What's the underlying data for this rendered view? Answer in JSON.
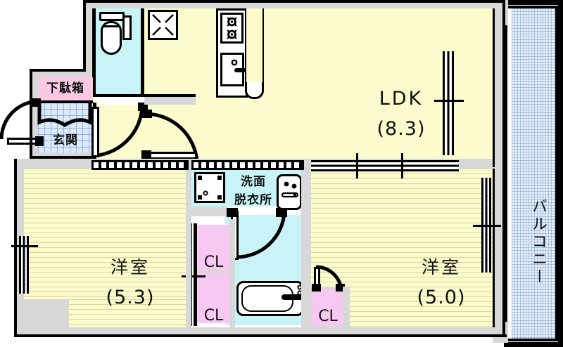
{
  "plan": {
    "type": "japanese-apartment-floorplan",
    "rooms": [
      {
        "id": "ldk",
        "label": "LDK",
        "area": "(8.3)",
        "unit": "jo"
      },
      {
        "id": "bedroom_left",
        "label": "洋室",
        "area": "(5.3)",
        "unit": "jo"
      },
      {
        "id": "bedroom_right",
        "label": "洋室",
        "area": "(5.0)",
        "unit": "jo"
      },
      {
        "id": "washroom",
        "label": "洗面\n脱衣所",
        "area": "",
        "unit": ""
      },
      {
        "id": "genkan",
        "label": "玄関",
        "area": "",
        "unit": ""
      },
      {
        "id": "shoebox",
        "label": "下駄箱",
        "area": "",
        "unit": ""
      },
      {
        "id": "balcony",
        "label": "バルコニー",
        "area": "",
        "unit": ""
      }
    ],
    "labels": {
      "ldk_name": "LDK",
      "ldk_area": "(8.3)",
      "bedroom_left_name": "洋室",
      "bedroom_left_area": "(5.3)",
      "bedroom_right_name": "洋室",
      "bedroom_right_area": "(5.0)",
      "washroom_line1": "洗面",
      "washroom_line2": "脱衣所",
      "genkan": "玄関",
      "shoebox": "下駄箱",
      "balcony": "バルコニー",
      "closet_left_upper": "CL",
      "closet_left_lower": "CL",
      "closet_right": "CL"
    },
    "colors": {
      "living_fill": "#fbfbcd",
      "wet_fill": "#c9f4f7",
      "closet_fill": "#f7c9f2",
      "shoebox_fill": "#f9c9e4",
      "genkan_fill": "#dce9f8",
      "balcony_fill": "#e8f0fa",
      "wall_fill": "#d8d8d8",
      "line": "#000000",
      "background": "#ffffff"
    },
    "fixtures": [
      {
        "id": "toilet",
        "name": "western-toilet"
      },
      {
        "id": "ceiling-hatch",
        "name": "inspection-hatch"
      },
      {
        "id": "gas-range",
        "name": "two-burner-stove"
      },
      {
        "id": "kitchen-sink",
        "name": "sink-with-faucet"
      },
      {
        "id": "washer-pan",
        "name": "washing-machine-pan"
      },
      {
        "id": "vanity",
        "name": "vanity-sink"
      },
      {
        "id": "bathtub",
        "name": "bathtub"
      }
    ],
    "openings": [
      {
        "id": "entry-door",
        "name": "entrance-swing-door"
      },
      {
        "id": "hall-door-1",
        "name": "hall-swing-door"
      },
      {
        "id": "hall-door-2",
        "name": "ldk-swing-door"
      },
      {
        "id": "bath-door",
        "name": "bathroom-swing-door"
      },
      {
        "id": "closet-door-r",
        "name": "closet-swing-door"
      },
      {
        "id": "ldk-balcony-door",
        "name": "sliding-glass-door"
      },
      {
        "id": "room-balcony-door",
        "name": "sliding-glass-door"
      },
      {
        "id": "left-window",
        "name": "window"
      },
      {
        "id": "ldk-room-slider",
        "name": "sliding-partition"
      },
      {
        "id": "hall-room-slider",
        "name": "sliding-partition"
      }
    ]
  }
}
